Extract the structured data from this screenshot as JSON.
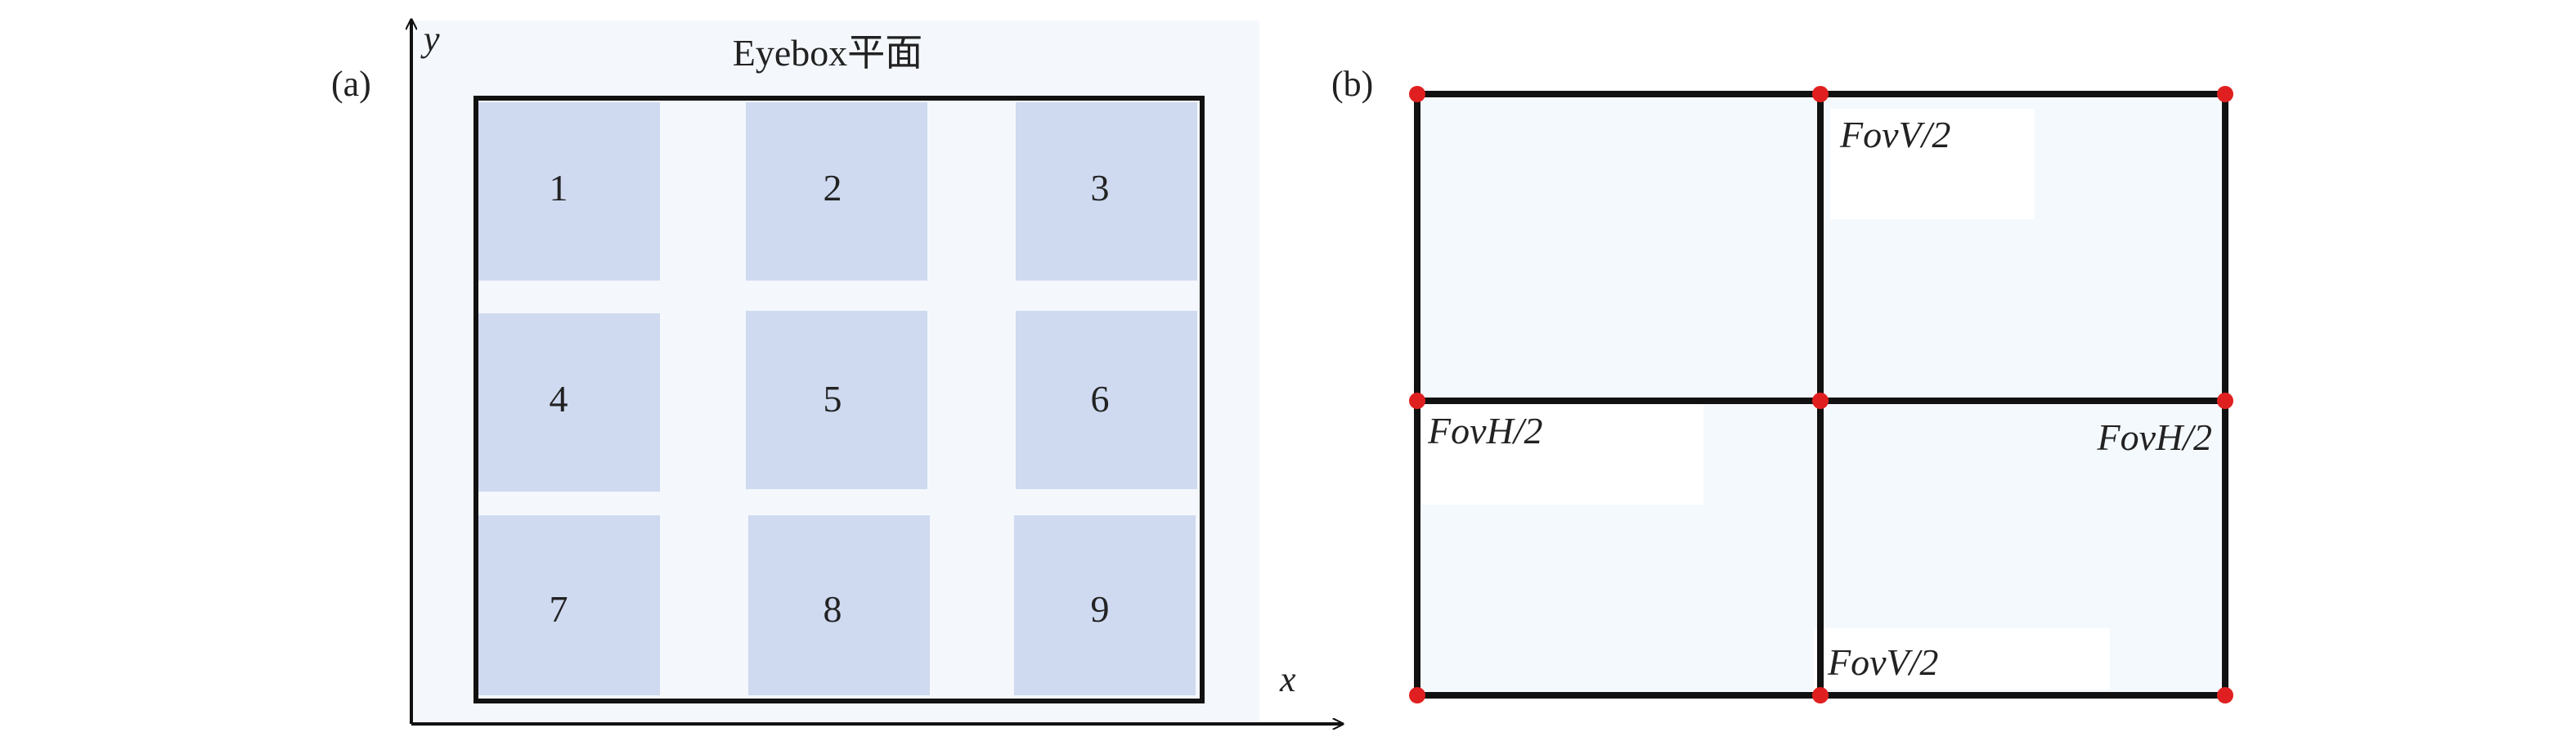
{
  "panel_a": {
    "label": "(a)",
    "title": "Eyebox平面",
    "x_axis_label": "x",
    "y_axis_label": "y",
    "cells": [
      "1",
      "2",
      "3",
      "4",
      "5",
      "6",
      "7",
      "8",
      "9"
    ],
    "cell_color": "#cfdaf0",
    "background_color": "#f4f8fd"
  },
  "panel_b": {
    "label": "(b)",
    "background_color": "#f4f9fd",
    "point_color": "#e02020",
    "annotations": {
      "top_center": "FovV/2",
      "left_middle": "FovH/2",
      "right_middle": "FovH/2",
      "bottom_center": "FovV/2"
    }
  }
}
